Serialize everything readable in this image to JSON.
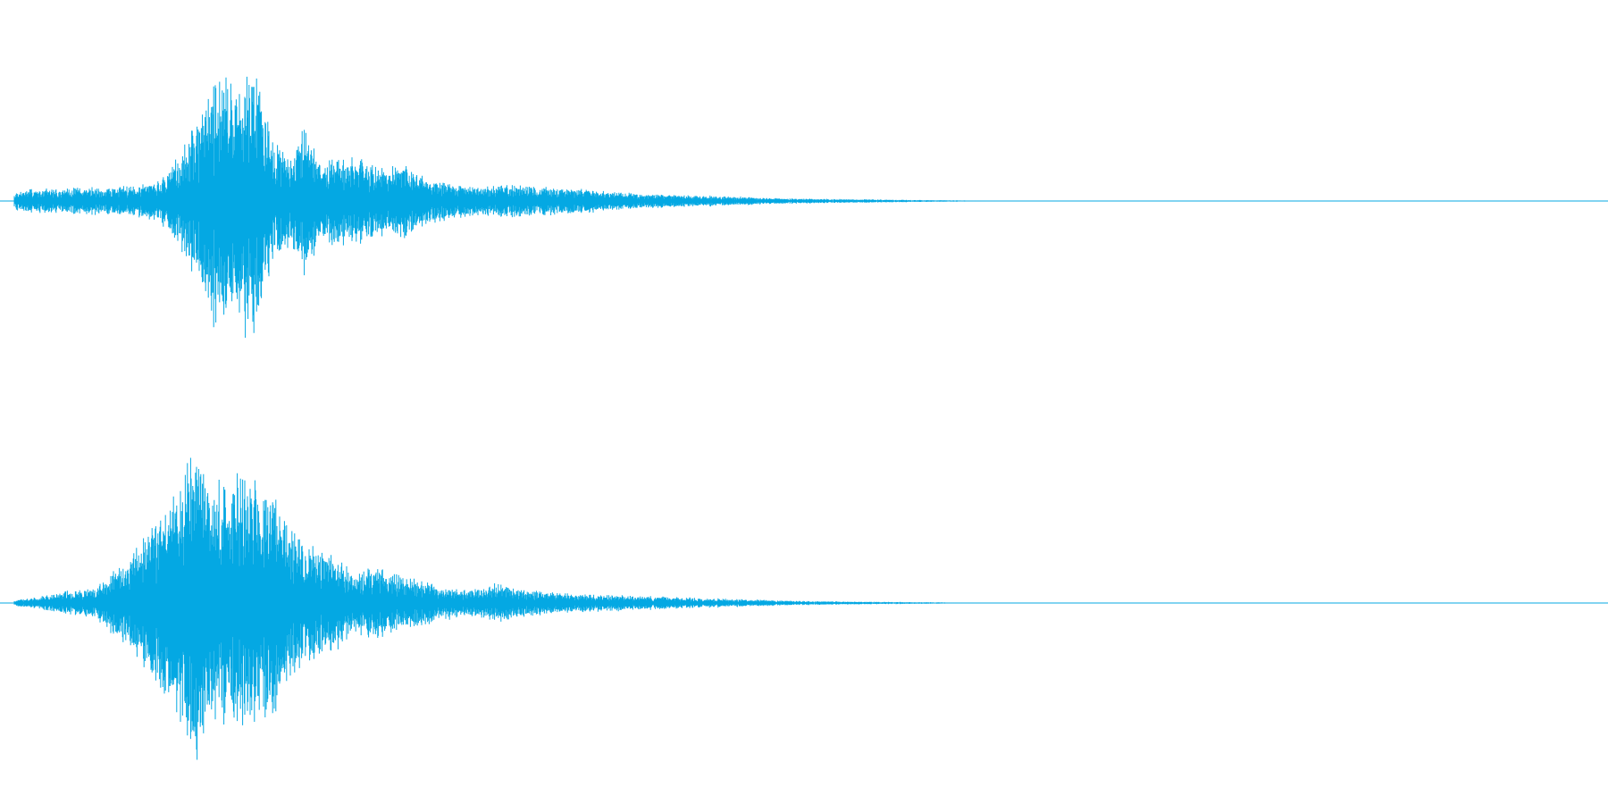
{
  "waveform": {
    "color": "#04a8e3",
    "background": "#ffffff",
    "channels": [
      {
        "name": "channel-1",
        "envelope": [
          [
            0.0,
            0.05
          ],
          [
            0.02,
            0.08
          ],
          [
            0.05,
            0.09
          ],
          [
            0.08,
            0.1
          ],
          [
            0.1,
            0.15
          ],
          [
            0.115,
            0.38
          ],
          [
            0.125,
            0.62
          ],
          [
            0.135,
            0.95
          ],
          [
            0.145,
            0.75
          ],
          [
            0.155,
            1.0
          ],
          [
            0.16,
            0.88
          ],
          [
            0.17,
            0.42
          ],
          [
            0.18,
            0.32
          ],
          [
            0.19,
            0.5
          ],
          [
            0.2,
            0.28
          ],
          [
            0.21,
            0.3
          ],
          [
            0.23,
            0.28
          ],
          [
            0.24,
            0.22
          ],
          [
            0.25,
            0.26
          ],
          [
            0.26,
            0.18
          ],
          [
            0.28,
            0.12
          ],
          [
            0.3,
            0.1
          ],
          [
            0.32,
            0.12
          ],
          [
            0.33,
            0.1
          ],
          [
            0.35,
            0.09
          ],
          [
            0.37,
            0.08
          ],
          [
            0.38,
            0.06
          ],
          [
            0.4,
            0.05
          ],
          [
            0.42,
            0.04
          ],
          [
            0.45,
            0.035
          ],
          [
            0.48,
            0.02
          ],
          [
            0.51,
            0.015
          ],
          [
            0.55,
            0.01
          ],
          [
            0.58,
            0.006
          ],
          [
            0.61,
            0.003
          ],
          [
            0.62,
            0.0
          ],
          [
            1.0,
            0.0
          ]
        ]
      },
      {
        "name": "channel-2",
        "envelope": [
          [
            0.0,
            0.01
          ],
          [
            0.02,
            0.03
          ],
          [
            0.04,
            0.07
          ],
          [
            0.06,
            0.1
          ],
          [
            0.08,
            0.28
          ],
          [
            0.1,
            0.55
          ],
          [
            0.11,
            0.75
          ],
          [
            0.12,
            1.0
          ],
          [
            0.13,
            0.72
          ],
          [
            0.145,
            0.85
          ],
          [
            0.16,
            0.8
          ],
          [
            0.17,
            0.72
          ],
          [
            0.18,
            0.45
          ],
          [
            0.19,
            0.38
          ],
          [
            0.2,
            0.32
          ],
          [
            0.21,
            0.28
          ],
          [
            0.22,
            0.18
          ],
          [
            0.235,
            0.24
          ],
          [
            0.25,
            0.16
          ],
          [
            0.27,
            0.12
          ],
          [
            0.29,
            0.08
          ],
          [
            0.31,
            0.12
          ],
          [
            0.33,
            0.08
          ],
          [
            0.35,
            0.06
          ],
          [
            0.38,
            0.05
          ],
          [
            0.41,
            0.04
          ],
          [
            0.44,
            0.03
          ],
          [
            0.47,
            0.02
          ],
          [
            0.5,
            0.012
          ],
          [
            0.54,
            0.008
          ],
          [
            0.58,
            0.005
          ],
          [
            0.6,
            0.002
          ],
          [
            0.61,
            0.0
          ],
          [
            1.0,
            0.0
          ]
        ]
      }
    ]
  }
}
